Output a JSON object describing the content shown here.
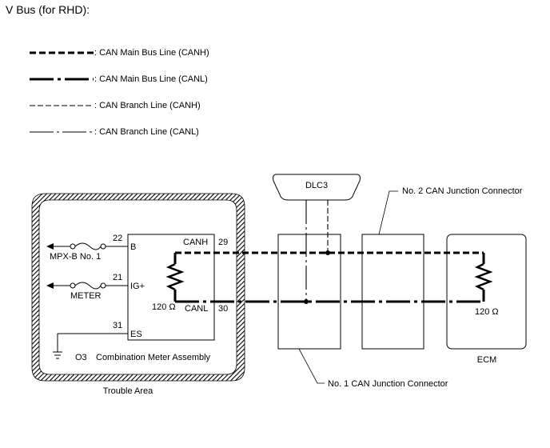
{
  "title": "V Bus (for RHD):",
  "legend": [
    {
      "style": "thick-dash",
      "label": ": CAN Main Bus Line (CANH)"
    },
    {
      "style": "thick-dashdot",
      "label": ": CAN Main Bus Line (CANL)"
    },
    {
      "style": "thin-dash",
      "label": ": CAN Branch Line (CANH)"
    },
    {
      "style": "thin-dashdot",
      "label": ": CAN Branch Line (CANL)"
    }
  ],
  "dlc3": {
    "label": "DLC3"
  },
  "junction2": {
    "label": "No. 2 CAN Junction Connector"
  },
  "junction1": {
    "label": "No. 1 CAN Junction Connector"
  },
  "ecm": {
    "label": "ECM",
    "resistor": "120 Ω"
  },
  "meter": {
    "assembly_code": "O3",
    "assembly_name": "Combination Meter Assembly",
    "resistor": "120 Ω",
    "area_label": "Trouble Area",
    "pins": [
      {
        "num": "22",
        "name": "B",
        "wire_label": "MPX-B No. 1"
      },
      {
        "num": "21",
        "name": "IG+",
        "wire_label": "METER"
      },
      {
        "num": "31",
        "name": "ES"
      }
    ],
    "can_pins": [
      {
        "name": "CANH",
        "num": "29"
      },
      {
        "name": "CANL",
        "num": "30"
      }
    ]
  }
}
